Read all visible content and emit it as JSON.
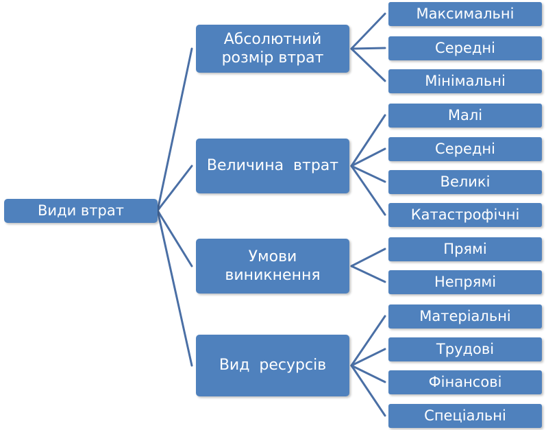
{
  "root": {
    "label": "Види втрат"
  },
  "groups": [
    {
      "label_lines": [
        "Абсолютний",
        "розмір втрат"
      ],
      "items": [
        "Максимальні",
        "Середні",
        "Мінімальні"
      ]
    },
    {
      "label_lines": [
        "Величина  втрат"
      ],
      "items": [
        "Малі",
        "Середні",
        "Великі",
        "Катастрофічні"
      ]
    },
    {
      "label_lines": [
        "Умови",
        "виникнення"
      ],
      "items": [
        "Прямі",
        "Непрямі"
      ]
    },
    {
      "label_lines": [
        "Вид  ресурсів"
      ],
      "items": [
        "Матеріальні",
        "Трудові",
        "Фінансові",
        "Спеціальні"
      ]
    }
  ],
  "colors": {
    "box_fill": "#4f81bd",
    "connector": "#4a6fa5",
    "text": "#ffffff"
  }
}
